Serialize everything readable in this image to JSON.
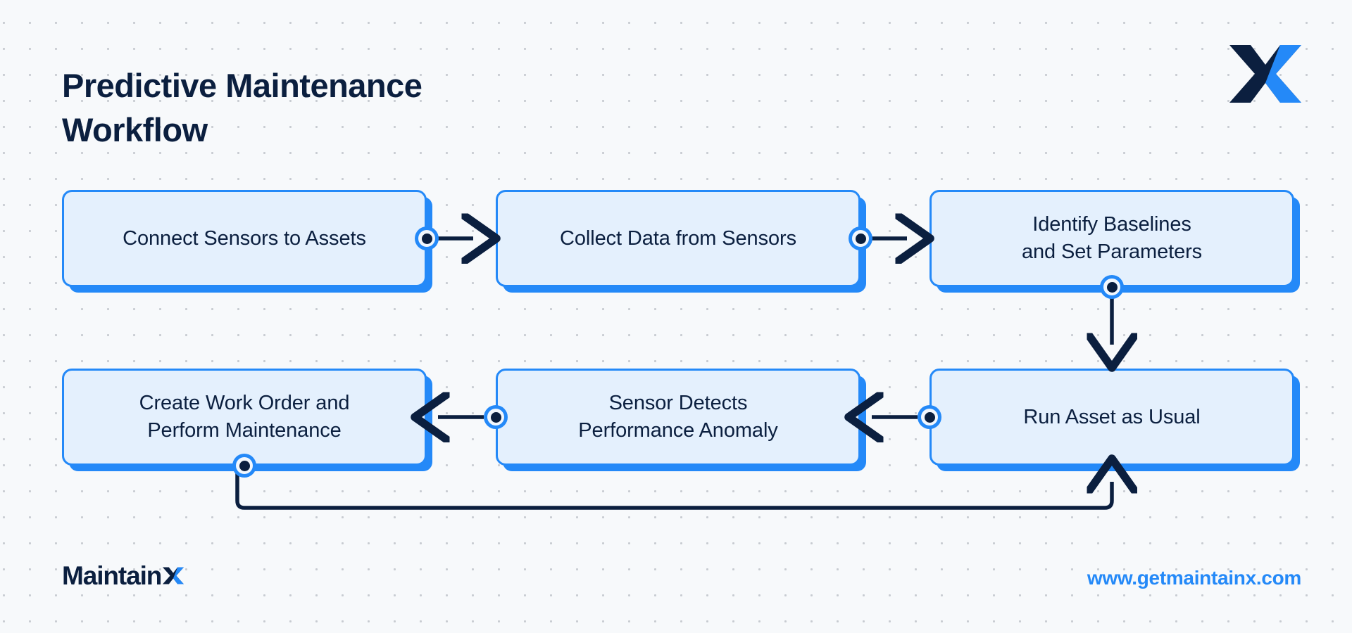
{
  "header": {
    "title": "Predictive Maintenance\nWorkflow",
    "logo_icon": "maintainx-x-mark-icon"
  },
  "colors": {
    "background": "#f7f9fb",
    "grid_dot": "#c8ccd2",
    "node_fill": "#e4f0fd",
    "node_border": "#2489f8",
    "accent_blue": "#2489f8",
    "navy": "#0b1f3f",
    "text": "#0b1f3f"
  },
  "flow": {
    "nodes": [
      {
        "id": "connect",
        "label": "Connect Sensors to Assets",
        "row": 1,
        "col": 1
      },
      {
        "id": "collect",
        "label": "Collect Data from Sensors",
        "row": 1,
        "col": 2
      },
      {
        "id": "baselines",
        "label": "Identify Baselines\nand Set Parameters",
        "row": 1,
        "col": 3
      },
      {
        "id": "workorder",
        "label": "Create Work Order and\nPerform Maintenance",
        "row": 2,
        "col": 1
      },
      {
        "id": "anomaly",
        "label": "Sensor Detects\nPerformance Anomaly",
        "row": 2,
        "col": 2
      },
      {
        "id": "run",
        "label": "Run Asset as Usual",
        "row": 2,
        "col": 3
      }
    ],
    "connections": [
      {
        "from": "connect",
        "to": "collect",
        "direction": "right"
      },
      {
        "from": "collect",
        "to": "baselines",
        "direction": "right"
      },
      {
        "from": "baselines",
        "to": "run",
        "direction": "down"
      },
      {
        "from": "run",
        "to": "anomaly",
        "direction": "left"
      },
      {
        "from": "anomaly",
        "to": "workorder",
        "direction": "left"
      },
      {
        "from": "workorder",
        "to": "run",
        "direction": "loop-bottom"
      }
    ]
  },
  "footer": {
    "brand_word": "Maintain",
    "brand_mark": "maintainx-x-mark-icon",
    "url": "www.getmaintainx.com"
  }
}
